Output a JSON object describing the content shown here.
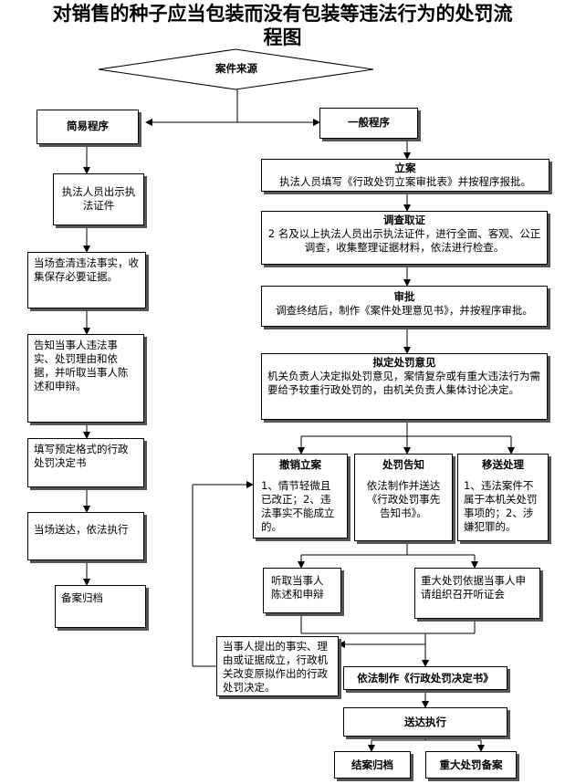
{
  "title": {
    "line1": "对销售的种子应当包装而没有包装等违法行为的处罚流",
    "line2": "程图"
  },
  "source": "案件来源",
  "simple": {
    "label": "简易程序",
    "steps": [
      "执法人员出示执法证件",
      "当场查清违法事实，收集保存必要证据。",
      "告知当事人违法事实、处罚理由和依据，并听取当事人陈述和申辩。",
      "填写预定格式的行政处罚决定书",
      "当场送达，依法执行",
      "备案归档"
    ]
  },
  "general": {
    "label": "一般程序",
    "filing": {
      "title": "立案",
      "text": "执法人员填写《行政处罚立案审批表》并按程序报批。"
    },
    "investigate": {
      "title": "调查取证",
      "text": "2 名及以上执法人员出示执法证件，进行全面、客观、公正调查，收集整理证据材料，依法进行检查。"
    },
    "review": {
      "title": "审批",
      "text": "调查终结后，制作《案件处理意见书》，并按程序审批。"
    },
    "opinion": {
      "title": "拟定处罚意见",
      "text": "机关负责人决定拟处罚意见，案情复杂或有重大违法行为需要给予较重行政处罚的，由机关负责人集体讨论决定。"
    },
    "revoke": {
      "title": "撤销立案",
      "text": "1、情节轻微且已改正；2、违法事实不能成立的。"
    },
    "notice": {
      "title": "处罚告知",
      "text": "依法制作并送达《行政处罚事先告知书》。"
    },
    "transfer": {
      "title": "移送处理",
      "text": "1、违法案件不属于本机关处罚事项的；2、涉嫌犯罪的。"
    },
    "hear": "听取当事人陈述和申辩",
    "hearing": "重大处罚依据当事人申请组织召开听证会",
    "change": "当事人提出的事实、理由或证据成立，行政机关改变原拟作出的行政处罚决定。",
    "decision": "依法制作《行政处罚决定书》",
    "deliver": "送达执行",
    "archive": "结案归档",
    "major": "重大处罚备案"
  },
  "colors": {
    "line": "#000000",
    "shadow": "#555555"
  }
}
